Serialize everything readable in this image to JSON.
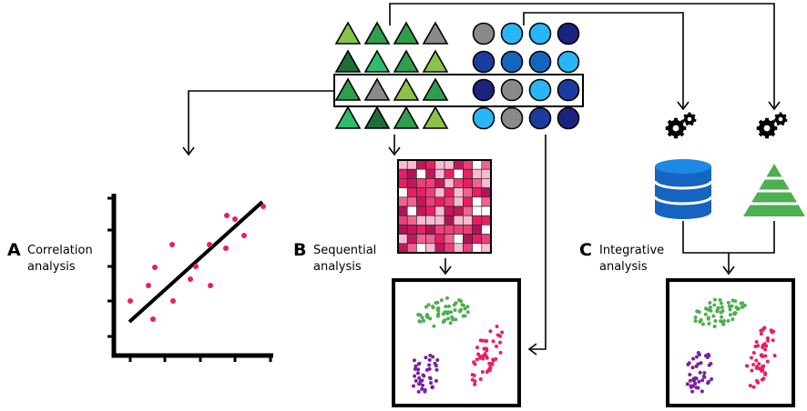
{
  "panels": {
    "a": {
      "letter": "A",
      "title_line1": "Correlation",
      "title_line2": "analysis"
    },
    "b": {
      "letter": "B",
      "title_line1": "Sequential",
      "title_line2": "analysis"
    },
    "c": {
      "letter": "C",
      "title_line1": "Integrative",
      "title_line2": "analysis"
    }
  },
  "matrix": {
    "triangles": [
      [
        "#8bc34a",
        "#2e9e4f",
        "#2e9e4f",
        "#8a8a8a"
      ],
      [
        "#1e6e3a",
        "#2ebd6b",
        "#2e9e4f",
        "#8bc34a"
      ],
      [
        "#2e9e4f",
        "#8a8a8a",
        "#8bc34a",
        "#2e9e4f"
      ],
      [
        "#2ebd6b",
        "#1e6e3a",
        "#2e9e4f",
        "#8bc34a"
      ]
    ],
    "circles": [
      [
        "#8a8a8a",
        "#29b6f6",
        "#29b6f6",
        "#1a237e"
      ],
      [
        "#1a3c9e",
        "#1565c0",
        "#1565c0",
        "#29b6f6"
      ],
      [
        "#1a237e",
        "#8a8a8a",
        "#29b6f6",
        "#1a3c9e"
      ],
      [
        "#29b6f6",
        "#8a8a8a",
        "#1a3c9e",
        "#1a237e"
      ]
    ],
    "highlighted_row": 3
  },
  "heatmap_palette": [
    "#c2185b",
    "#e91e63",
    "#f06292",
    "#f8bbd0",
    "#ffffff",
    "#ad1457",
    "#ec407a"
  ],
  "icons": {
    "database": "database-icon",
    "pyramid": "pyramid-icon",
    "gears": "gears-icon",
    "heatmap": "heatmap-icon",
    "scatter": "scatter-plot-icon"
  },
  "colors": {
    "cluster_green": "#4caf50",
    "cluster_pink": "#e91e63",
    "cluster_purple": "#7b1fa2",
    "database": "#1565c0",
    "pyramid": "#4caf50",
    "scatter_points": "#e91e63"
  }
}
